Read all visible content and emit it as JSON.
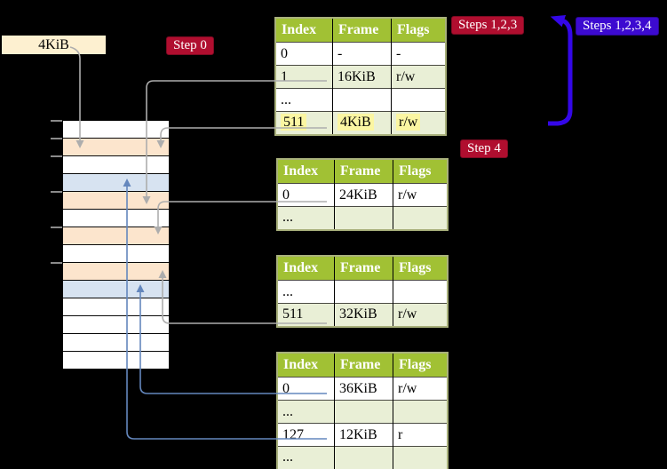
{
  "labels": {
    "frame_size": "4KiB",
    "step0": "Step 0",
    "steps123": "Steps 1,2,3",
    "steps1234": "Steps 1,2,3,4",
    "step4": "Step 4"
  },
  "memory": {
    "rows": [
      "white",
      "orange",
      "white",
      "blue",
      "orange",
      "white",
      "orange",
      "white",
      "orange",
      "blue",
      "white",
      "white",
      "white",
      "white"
    ],
    "tick_ys": [
      136,
      156,
      176,
      216,
      256,
      296
    ]
  },
  "tables": [
    {
      "name": "page-table-level-4",
      "headers": [
        "Index",
        "Frame",
        "Flags"
      ],
      "rows": [
        {
          "cells": [
            "0",
            "-",
            "-"
          ],
          "shaded": false
        },
        {
          "cells": [
            "1",
            "16KiB",
            "r/w"
          ],
          "shaded": true
        },
        {
          "cells": [
            "...",
            "",
            ""
          ],
          "shaded": false
        },
        {
          "cells": [
            "511",
            "4KiB",
            "r/w"
          ],
          "shaded": true,
          "highlighted": true
        }
      ]
    },
    {
      "name": "page-table-level-3",
      "headers": [
        "Index",
        "Frame",
        "Flags"
      ],
      "rows": [
        {
          "cells": [
            "0",
            "24KiB",
            "r/w"
          ],
          "shaded": false
        },
        {
          "cells": [
            "...",
            "",
            ""
          ],
          "shaded": true
        }
      ]
    },
    {
      "name": "page-table-level-2",
      "headers": [
        "Index",
        "Frame",
        "Flags"
      ],
      "rows": [
        {
          "cells": [
            "...",
            "",
            ""
          ],
          "shaded": false
        },
        {
          "cells": [
            "511",
            "32KiB",
            "r/w"
          ],
          "shaded": true
        }
      ]
    },
    {
      "name": "page-table-level-1",
      "headers": [
        "Index",
        "Frame",
        "Flags"
      ],
      "rows": [
        {
          "cells": [
            "0",
            "36KiB",
            "r/w"
          ],
          "shaded": false
        },
        {
          "cells": [
            "...",
            "",
            ""
          ],
          "shaded": true
        },
        {
          "cells": [
            "127",
            "12KiB",
            "r"
          ],
          "shaded": false
        },
        {
          "cells": [
            "...",
            "",
            ""
          ],
          "shaded": true
        }
      ]
    }
  ],
  "colors": {
    "background": "#000000",
    "table_header_green": "#a1c134",
    "table_shaded_row": "#e9efd6",
    "table_border": "#a9b17c",
    "highlight_yellow": "#fbf6a2",
    "frame_label_bg": "#fdf0d0",
    "memory_pagetable_frame": "#fce5cd",
    "memory_mapped_frame": "#d7e3f1",
    "badge_red": "#b00e2f",
    "badge_blue": "#3c0ad0",
    "arrow_gray": "#adadad",
    "arrow_thin_blue": "#6487bd",
    "arrow_big_blue": "#3407e8"
  }
}
